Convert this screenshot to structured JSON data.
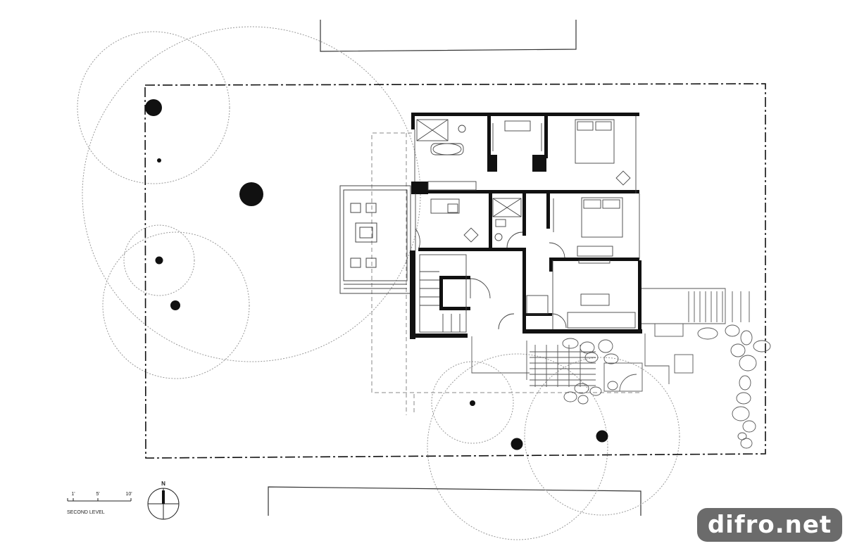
{
  "drawing": {
    "level_title": "SECOND LEVEL",
    "scale_bar": {
      "labels": [
        "1'",
        "5'",
        "10'"
      ]
    },
    "north_arrow": {
      "label": "N"
    }
  },
  "watermark": {
    "text": "difro.net"
  },
  "colors": {
    "ink": "#111111",
    "thin_line": "#555555",
    "dashed_line": "#888888",
    "watermark_bg": "#6b6b6b"
  }
}
